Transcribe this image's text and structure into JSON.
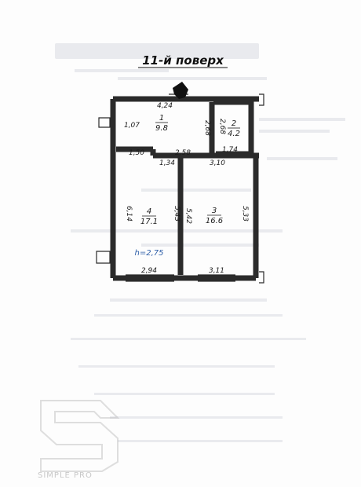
{
  "floor_title": "11-й поверх",
  "height_label": "h=2,75",
  "rooms": [
    {
      "number": "1",
      "area": "9.8"
    },
    {
      "number": "2",
      "area": "4.2"
    },
    {
      "number": "3",
      "area": "16.6"
    },
    {
      "number": "4",
      "area": "17.1"
    }
  ],
  "dimensions": {
    "top_width": "4,24",
    "room1_left": "1,07",
    "room1_right": "2,68",
    "room2_height": "2,68",
    "room2_width": "1,74",
    "room4_top_left": "1,50",
    "room4_top_right": "1,34",
    "corridor_width": "2,58",
    "room3_top": "3,10",
    "room4_left": "6,14",
    "room4_right": "5,43",
    "room3_left": "5,42",
    "room3_right": "5,33",
    "room4_bottom": "2,94",
    "room3_bottom": "3,11"
  },
  "watermark": {
    "brand": "SIMPLE PRO"
  },
  "colors": {
    "wall": "#2b2b2b",
    "height_label": "#2f5fa8",
    "background_ghost": "#d9dce2"
  }
}
